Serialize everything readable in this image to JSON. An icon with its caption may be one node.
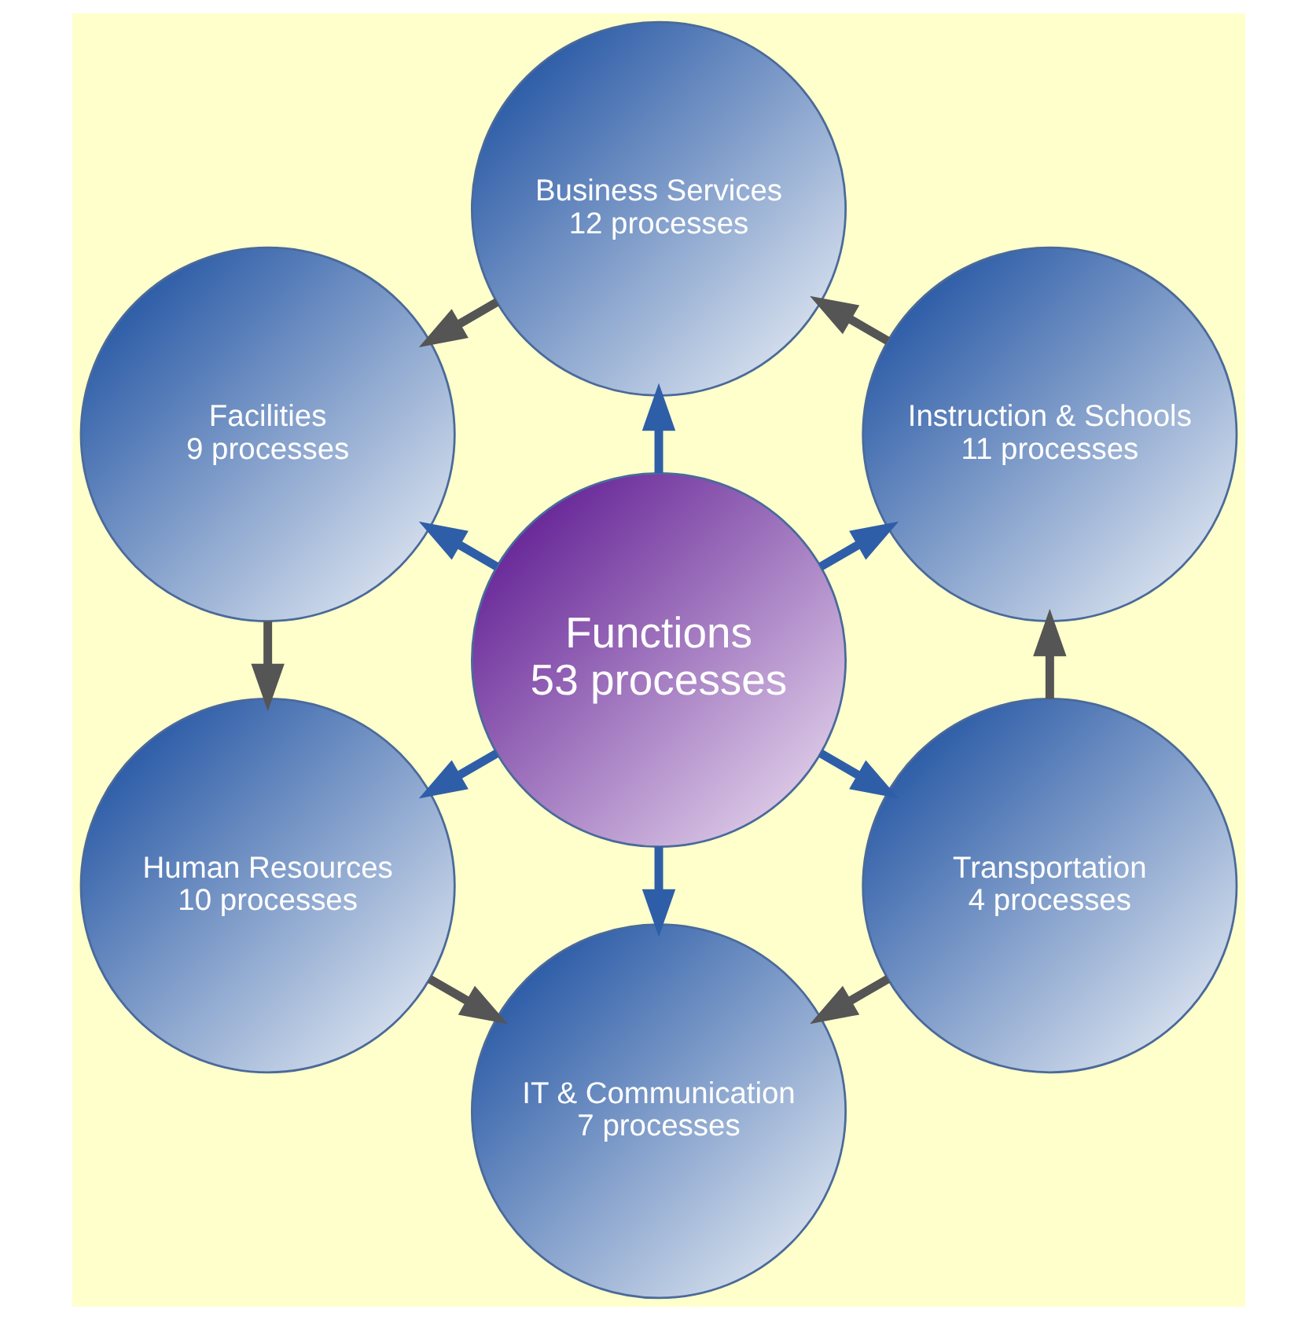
{
  "diagram": {
    "nodes": [
      {
        "text": [
          "Functions",
          "53 processes"
        ]
      },
      {
        "text": [
          "Instruction & Schools",
          "11 processes"
        ]
      },
      {
        "text": [
          "Business Services",
          "12 processes"
        ]
      },
      {
        "text": [
          "Facilities",
          "9 processes"
        ]
      },
      {
        "text": [
          "Human Resources",
          "10 processes"
        ]
      },
      {
        "text": [
          "IT & Communication",
          "7 processes"
        ]
      },
      {
        "text": [
          "Transportation",
          "4 processes"
        ]
      }
    ],
    "edges": [
      {
        "from": 0,
        "to": 1,
        "arrow": "to",
        "color": "#2f5ea8"
      },
      {
        "from": 0,
        "to": 2,
        "arrow": "to",
        "color": "#2f5ea8"
      },
      {
        "from": 0,
        "to": 3,
        "arrow": "to",
        "color": "#2f5ea8"
      },
      {
        "from": 0,
        "to": 4,
        "arrow": "to",
        "color": "#2f5ea8"
      },
      {
        "from": 0,
        "to": 5,
        "arrow": "to",
        "color": "#2f5ea8"
      },
      {
        "from": 0,
        "to": 6,
        "arrow": "to",
        "color": "#2f5ea8"
      },
      {
        "from": 6,
        "to": 1,
        "arrow": "to"
      },
      {
        "from": 1,
        "to": 2,
        "arrow": "to"
      },
      {
        "from": 2,
        "to": 3,
        "arrow": "to"
      },
      {
        "from": 3,
        "to": 4,
        "arrow": "to"
      },
      {
        "from": 4,
        "to": 5,
        "arrow": "to"
      },
      {
        "from": 6,
        "to": 5,
        "arrow": "to"
      }
    ]
  }
}
